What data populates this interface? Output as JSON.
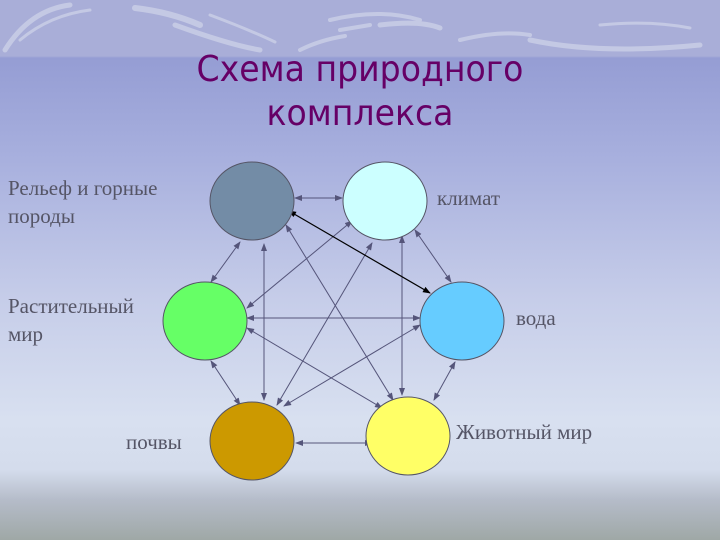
{
  "title": [
    "Схема природного",
    "комплекса"
  ],
  "nodes": {
    "relief": {
      "label": [
        "Рельеф и горные",
        "породы"
      ],
      "color": "#738ca6"
    },
    "climate": {
      "label": "климат",
      "color": "#ccffff"
    },
    "plants": {
      "label": [
        "Растительный",
        "мир"
      ],
      "color": "#66ff66"
    },
    "water": {
      "label": "вода",
      "color": "#66ccff"
    },
    "soils": {
      "label": "почвы",
      "color": "#cc9900"
    },
    "animals": {
      "label": "Животный мир",
      "color": "#ffff66"
    }
  }
}
